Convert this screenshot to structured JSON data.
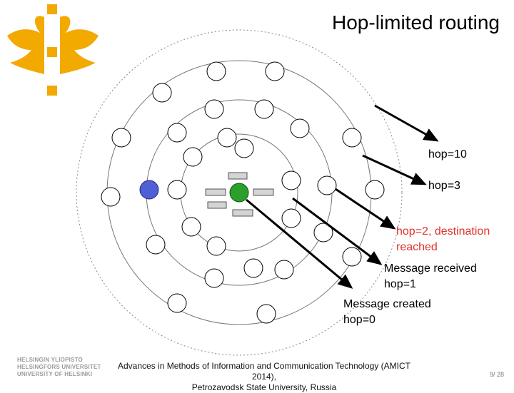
{
  "slide": {
    "title": "Hop-limited routing",
    "labels": {
      "hop10": "hop=10",
      "hop3": "hop=3",
      "hop2_line1": "hop=2, destination",
      "hop2_line2": "reached",
      "received_line1": "Message received",
      "received_line2": "hop=1",
      "created_line1": "Message created",
      "created_line2": "hop=0"
    },
    "footer": {
      "line1": "Advances in Methods of Information and Communication Technology  (AMICT 2014),",
      "line2": "Petrozavodsk State University, Russia"
    },
    "page_number": "9/ 28",
    "university": {
      "line1": "HELSINGIN YLIOPISTO",
      "line2": "HELSINGFORS UNIVERSITET",
      "line3": "UNIVERSITY OF HELSINKI"
    },
    "colors": {
      "source_node": "#2aa02a",
      "destination_node": "#4f5fd6",
      "logo": "#f2a900",
      "highlight_text": "#e0322a"
    }
  }
}
